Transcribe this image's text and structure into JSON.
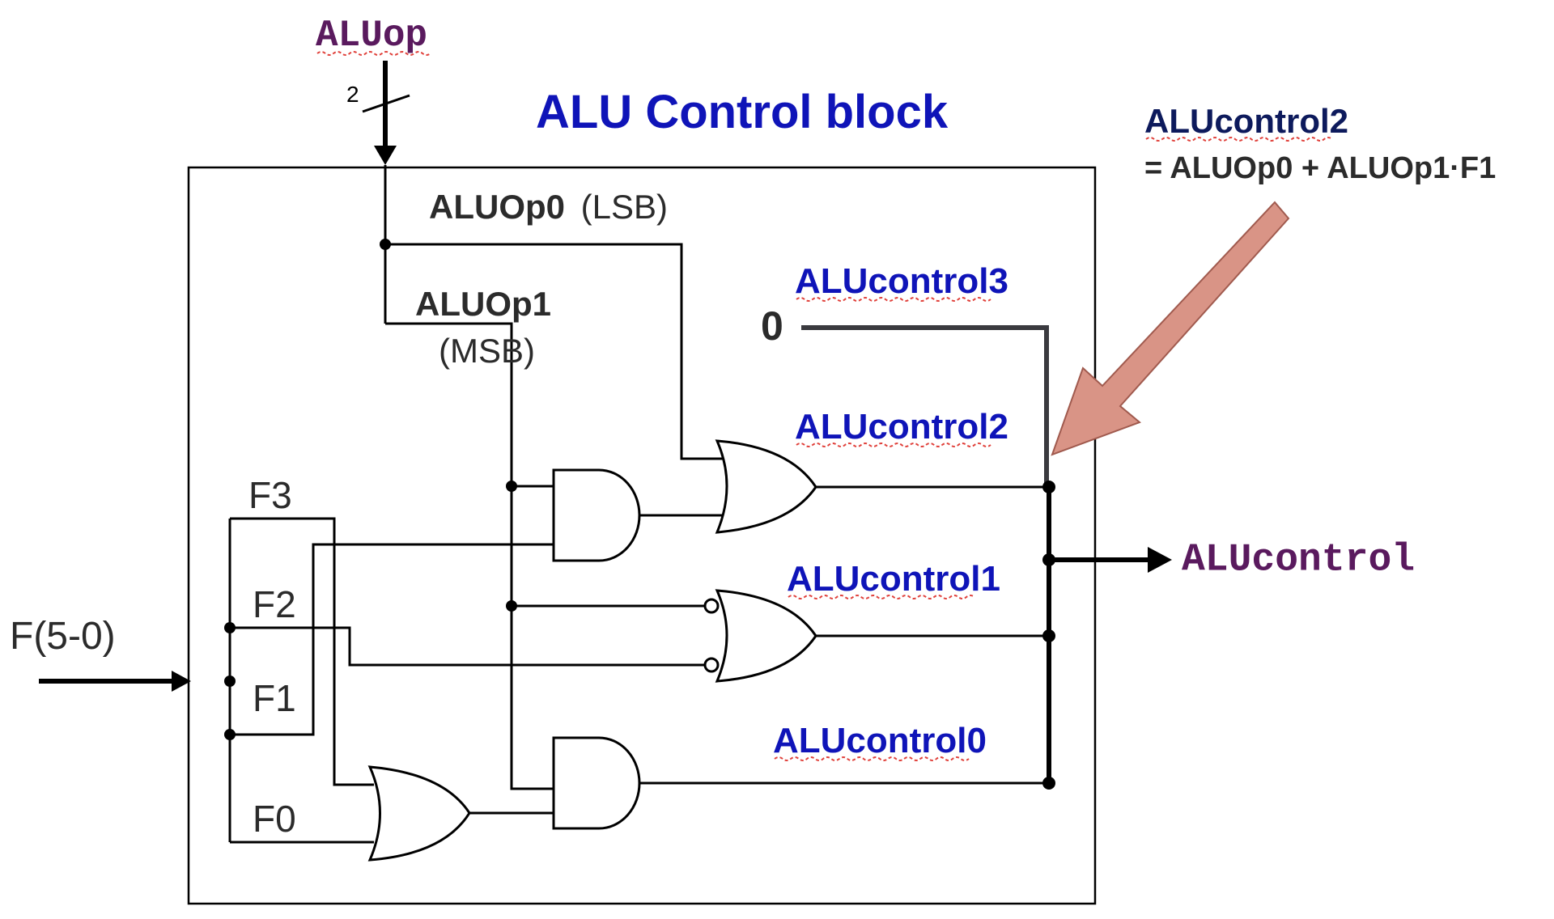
{
  "title": "ALU Control block",
  "inputs": {
    "aluop_label": "ALUop",
    "aluop_width": "2",
    "function_label": "F(5-0)"
  },
  "signals": {
    "aluop0": "ALUOp0",
    "aluop0_note": "(LSB)",
    "aluop1": "ALUOp1",
    "aluop1_note": "(MSB)",
    "f3": "F3",
    "f2": "F2",
    "f1": "F1",
    "f0": "F0",
    "const_zero": "0"
  },
  "outputs": {
    "alucontrol3": "ALUcontrol3",
    "alucontrol2": "ALUcontrol2",
    "alucontrol1": "ALUcontrol1",
    "alucontrol0": "ALUcontrol0",
    "bus": "ALUcontrol"
  },
  "annotation": {
    "title": "ALUcontrol2",
    "equation": "= ALUOp0 + ALUOp1·F1"
  },
  "colors": {
    "purple": "#5a1a5e",
    "blue": "#0f14b8",
    "navy": "#0d1a5c",
    "arrow": "#d99486",
    "arrow_stroke": "#a05a4e"
  }
}
